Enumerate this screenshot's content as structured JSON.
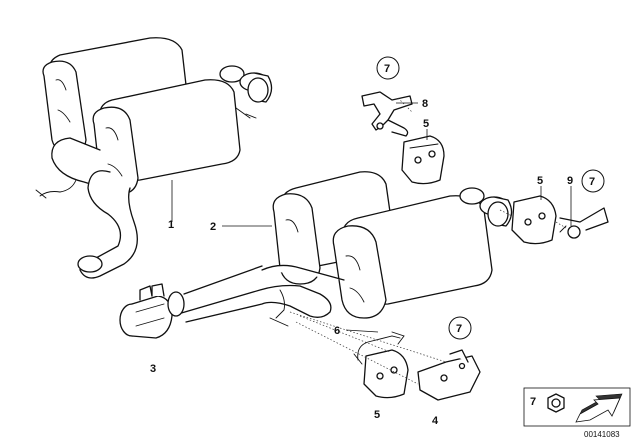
{
  "labels": {
    "part_1": "1",
    "part_2": "2",
    "part_3": "3",
    "part_4": "4",
    "part_5_a": "5",
    "part_5_b": "5",
    "part_5_c": "5",
    "part_6": "6",
    "part_7_a": "7",
    "part_7_b": "7",
    "part_7_c": "7",
    "part_7_legend": "7",
    "part_8": "8",
    "part_9": "9"
  },
  "legend": {
    "diagram_id": "00141083"
  },
  "icons": [
    "muffler-assembly-icon",
    "clamp-icon",
    "rubber-mount-icon",
    "bracket-icon",
    "nut-icon",
    "arrow-icon"
  ]
}
